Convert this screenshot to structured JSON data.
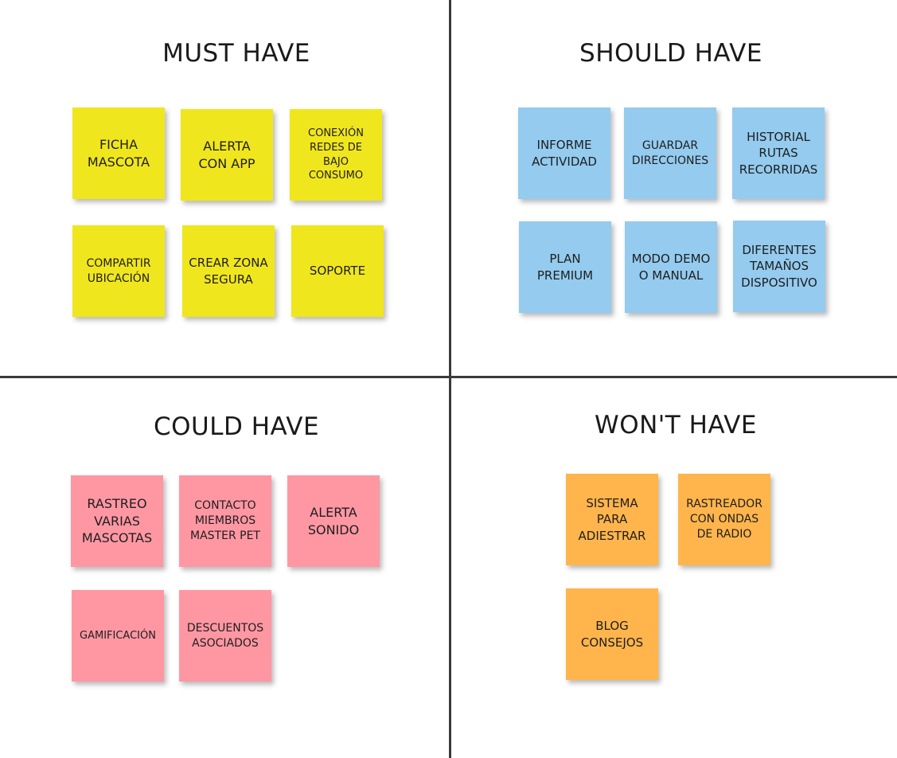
{
  "quadrants": {
    "must": {
      "title": "MUST HAVE",
      "color": "#f0e61d",
      "notes": [
        "FICHA\nMASCOTA",
        "ALERTA\nCON APP",
        "CONEXIÓN\nREDES DE\nBAJO\nCONSUMO",
        "COMPARTIR\nUBICACIÓN",
        "CREAR ZONA\nSEGURA",
        "SOPORTE"
      ]
    },
    "should": {
      "title": "SHOULD HAVE",
      "color": "#94cbef",
      "notes": [
        "INFORME\nACTIVIDAD",
        "GUARDAR\nDIRECCIONES",
        "HISTORIAL\nRUTAS\nRECORRIDAS",
        "PLAN\nPREMIUM",
        "MODO DEMO\nO MANUAL",
        "DIFERENTES\nTAMAÑOS\nDISPOSITIVO"
      ]
    },
    "could": {
      "title": "COULD HAVE",
      "color": "#ff97a3",
      "notes": [
        "RASTREO\nVARIAS\nMASCOTAS",
        "CONTACTO\nMIEMBROS\nMASTER PET",
        "ALERTA\nSONIDO",
        "GAMIFICACIÓN",
        "DESCUENTOS\nASOCIADOS"
      ]
    },
    "wont": {
      "title": "WON'T HAVE",
      "color": "#ffb54c",
      "notes": [
        "SISTEMA\nPARA\nADIESTRAR",
        "RASTREADOR\nCON ONDAS\nDE RADIO",
        "BLOG\nCONSEJOS"
      ]
    }
  }
}
